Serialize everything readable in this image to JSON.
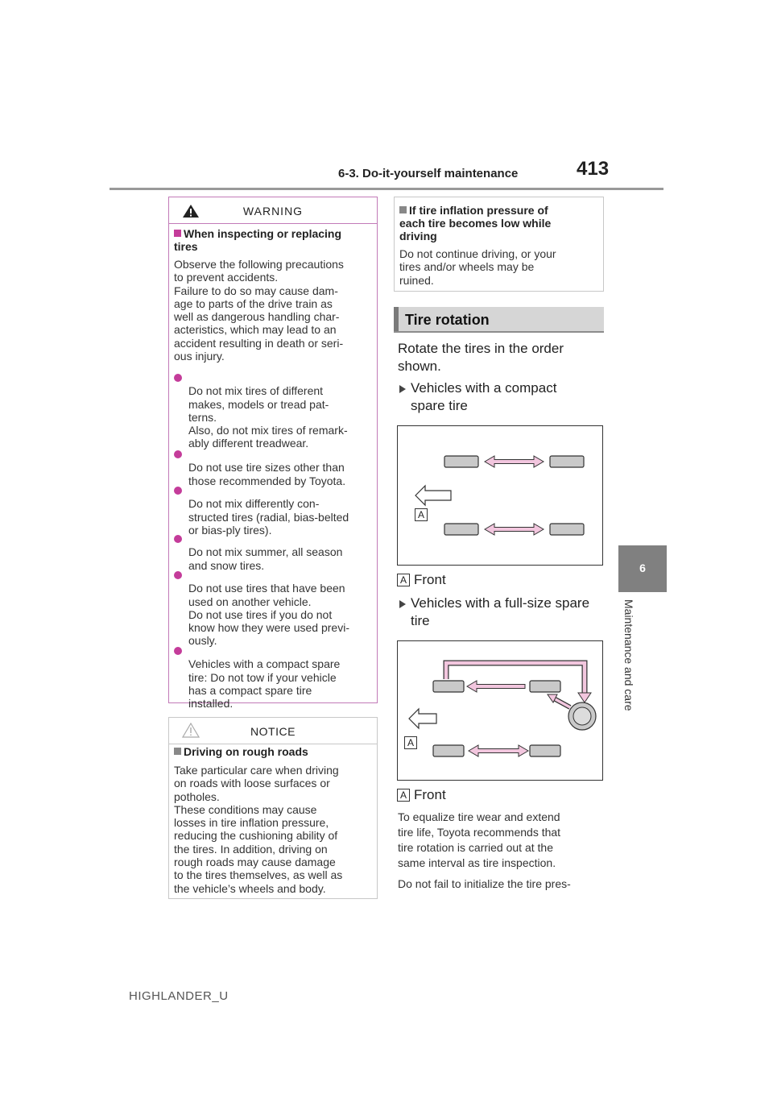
{
  "header": {
    "section": "6-3. Do-it-yourself maintenance",
    "page_number": "413"
  },
  "side_tab": {
    "number": "6",
    "label": "Maintenance and care"
  },
  "warning": {
    "title": "WARNING",
    "subhead": "When inspecting or replacing\ntires",
    "intro": "Observe the following precautions\nto prevent accidents.\nFailure to do so may cause dam-\nage to parts of the drive train as\nwell as dangerous handling char-\nacteristics, which may lead to an\naccident resulting in death or seri-\nous injury.",
    "bullets": [
      "Do not mix tires of different\nmakes, models or tread pat-\nterns.\nAlso, do not mix tires of remark-\nably different treadwear.",
      "Do not use tire sizes other than\nthose recommended by Toyota.",
      "Do not mix differently con-\nstructed tires (radial, bias-belted\nor bias-ply tires).",
      "Do not mix summer, all season\nand snow tires.",
      "Do not use tires that have been\nused on another vehicle.\nDo not use tires if you do not\nknow how they were used previ-\nously.",
      "Vehicles with a compact spare\ntire: Do not tow if your vehicle\nhas a compact spare tire\ninstalled."
    ]
  },
  "notice": {
    "title": "NOTICE",
    "subhead": "Driving on rough roads",
    "text": "Take particular care when driving\non roads with loose surfaces or\npotholes.\nThese conditions may cause\nlosses in tire inflation pressure,\nreducing the cushioning ability of\nthe tires. In addition, driving on\nrough roads may cause damage\nto the tires themselves, as well as\nthe vehicle’s wheels and body."
  },
  "inflation": {
    "subhead": "If tire inflation pressure of\neach tire becomes low while\ndriving",
    "text": "Do not continue driving, or your\ntires and/or wheels may be\nruined."
  },
  "tire_rotation": {
    "title": "Tire rotation",
    "intro": "Rotate the tires in the order\nshown.",
    "compact_label": "Vehicles with a compact\nspare tire",
    "fullsize_label": "Vehicles with a full-size spare\ntire",
    "callout_letter": "A",
    "front_label": "Front",
    "note1": "To equalize tire wear and extend\ntire life, Toyota recommends that\ntire rotation is carried out at the\nsame interval as tire inspection.",
    "note2": "Do not fail to initialize the tire pres-"
  },
  "colors": {
    "warning_accent": "#c43c9a",
    "arrow_fill": "#f2c6de",
    "tire_fill": "#c9c9c9"
  },
  "footer": {
    "model": "HIGHLANDER_U"
  }
}
